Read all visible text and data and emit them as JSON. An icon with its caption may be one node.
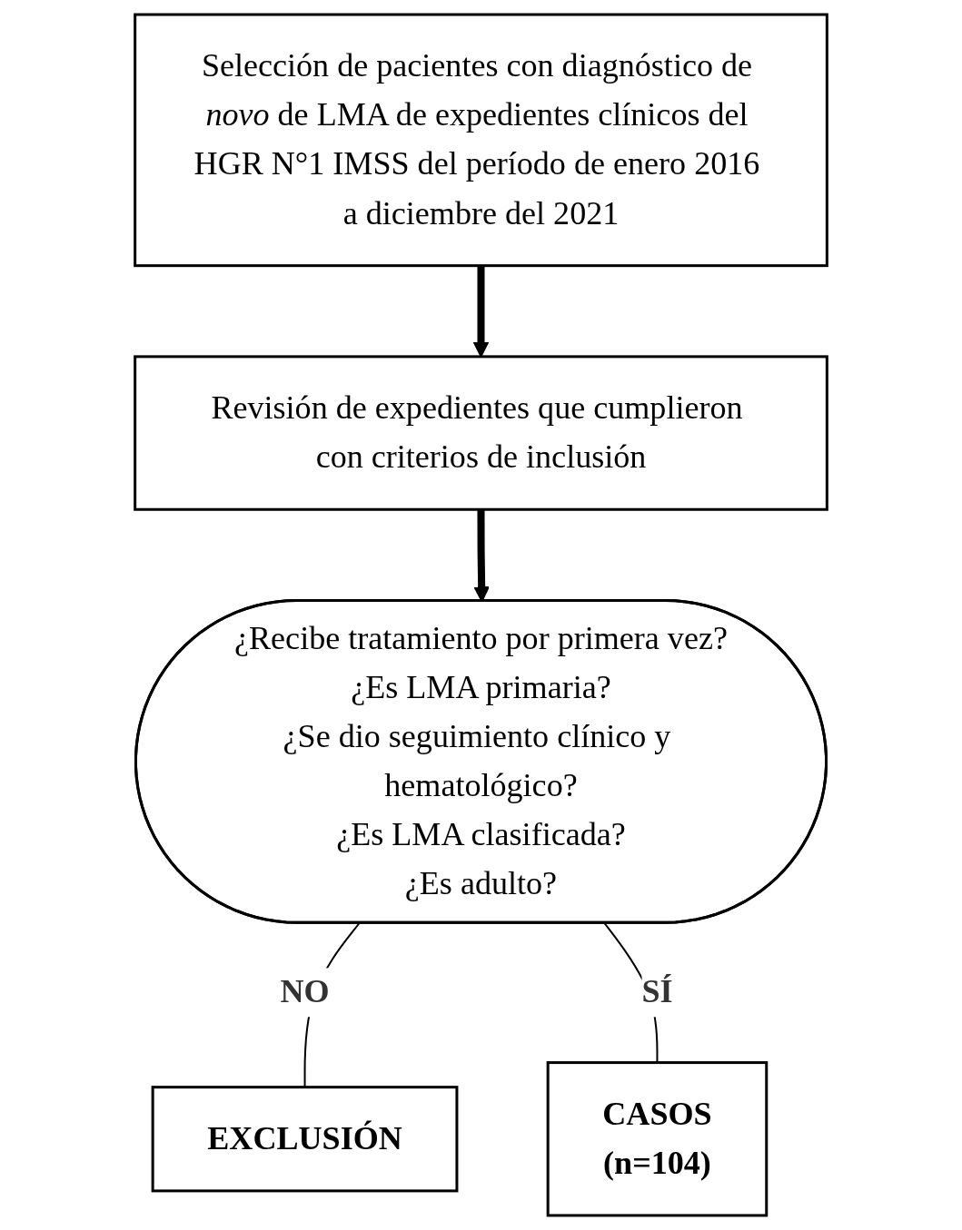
{
  "diagram": {
    "nodes": [
      {
        "text": [
          "Selección de pacientes con diagnóstico de *novo* de LMA de expedientes clínicos del HGR N°1 IMSS del período de enero 2016 a diciembre del 2021"
        ]
      },
      {
        "text": [
          "Revisión de expedientes que cumplieron con criterios de inclusión"
        ]
      },
      {
        "text": [
          "¿Recibe tratamiento por primera vez?",
          "¿Es LMA primaria?",
          "¿Se dio seguimiento clínico y hematológico?",
          "¿Es LMA clasificada?",
          "¿Es adulto?"
        ]
      },
      {
        "text": [
          "EXCLUSIÓN"
        ]
      },
      {
        "text": [
          "CASOS",
          "(n=104)"
        ]
      }
    ],
    "edges": [
      {
        "from": 0,
        "to": 1,
        "arrow": "to",
        "style": "thick"
      },
      {
        "from": 1,
        "to": 2,
        "arrow": "to",
        "style": "thick"
      },
      {
        "from": 2,
        "to": 3,
        "arrow": "none",
        "label": "NO"
      },
      {
        "from": 2,
        "to": 4,
        "arrow": "none",
        "label": "SÍ"
      }
    ]
  }
}
